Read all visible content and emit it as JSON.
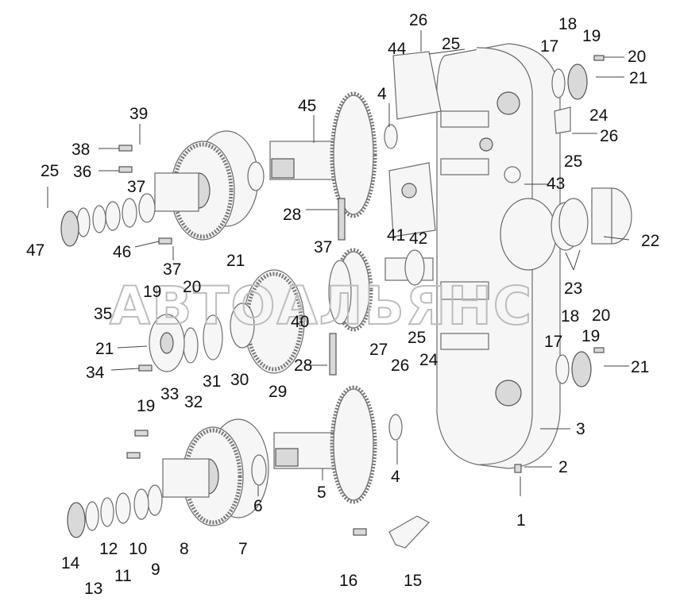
{
  "watermark": "АВТОАЛЬЯНС",
  "callouts": [
    "1",
    "2",
    "3",
    "4",
    "4",
    "5",
    "6",
    "7",
    "8",
    "9",
    "10",
    "11",
    "12",
    "13",
    "14",
    "15",
    "16",
    "17",
    "17",
    "18",
    "18",
    "19",
    "19",
    "19",
    "19",
    "20",
    "20",
    "20",
    "21",
    "21",
    "21",
    "21",
    "22",
    "23",
    "24",
    "24",
    "25",
    "25",
    "25",
    "25",
    "26",
    "26",
    "26",
    "27",
    "28",
    "28",
    "29",
    "30",
    "31",
    "32",
    "33",
    "34",
    "35",
    "36",
    "37",
    "37",
    "37",
    "38",
    "39",
    "40",
    "41",
    "42",
    "43",
    "44",
    "45",
    "46",
    "47"
  ]
}
